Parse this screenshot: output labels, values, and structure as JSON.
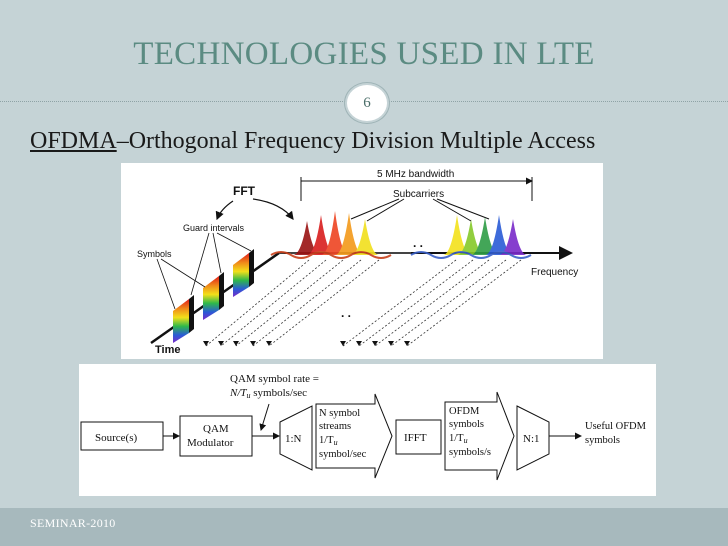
{
  "slide": {
    "title": "TECHNOLOGIES USED IN LTE",
    "number": "6",
    "heading_abbr": "OFDMA",
    "heading_rest": "–Orthogonal Frequency Division Multiple Access",
    "footer": "SEMINAR-2010"
  },
  "spectrum_figure": {
    "fft_label": "FFT",
    "bandwidth_label": "5 MHz bandwidth",
    "subcarriers_label": "Subcarriers",
    "guard_label": "Guard intervals",
    "symbols_label": "Symbols",
    "frequency_label": "Frequency",
    "time_label": "Time",
    "ellipsis": ". ."
  },
  "block_diagram": {
    "qam_rate_line1": "QAM symbol rate =",
    "qam_rate_line2": "N/T",
    "qam_rate_sub": "u",
    "qam_rate_line2_tail": " symbols/sec",
    "source": "Source(s)",
    "qam_line1": "QAM",
    "qam_line2": "Modulator",
    "serial_parallel": "1:N",
    "streams_line1": "N symbol",
    "streams_line2": "streams",
    "streams_line3": "1/T",
    "streams_sub": "u",
    "streams_line4": "symbol/sec",
    "ifft": "IFFT",
    "ofdm_line1": "OFDM",
    "ofdm_line2": "symbols",
    "ofdm_line3": "1/T",
    "ofdm_sub": "u",
    "ofdm_line4": "symbols/s",
    "parallel_serial": "N:1",
    "useful_line1": "Useful OFDM",
    "useful_line2": "symbols"
  },
  "colors": {
    "title": "#5b8b82",
    "background": "#c5d3d6",
    "footer_band": "#a7b9bd"
  }
}
